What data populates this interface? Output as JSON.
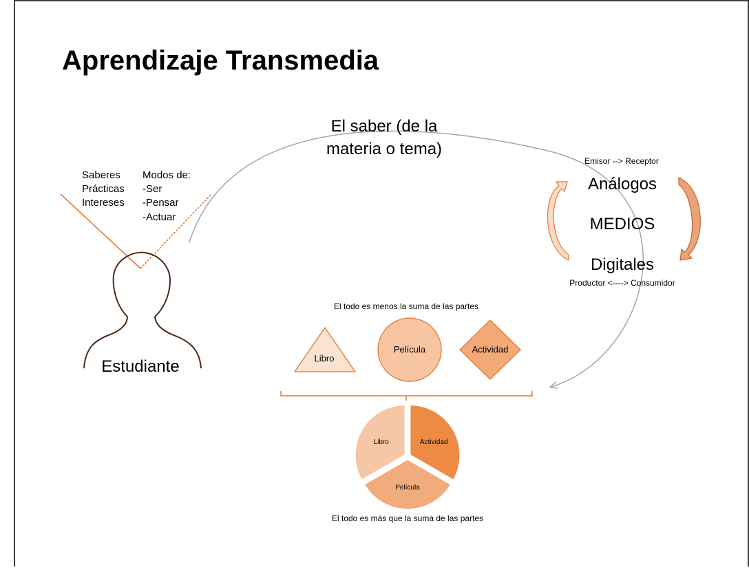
{
  "slide": {
    "title": "Aprendizaje Transmedia",
    "center_label_line1": "El saber (de la",
    "center_label_line2": "materia o tema)"
  },
  "student": {
    "label": "Estudiante",
    "left_col": [
      "Saberes",
      "Prácticas",
      "Intereses"
    ],
    "right_col": [
      "Modos de:",
      "-Ser",
      "-Pensar",
      "-Actuar"
    ]
  },
  "media": {
    "top_caption": "Emisor --> Receptor",
    "analog": "Análogos",
    "center": "MEDIOS",
    "digital": "Digitales",
    "bottom_caption": "Productor <----> Consumidor"
  },
  "parts": {
    "caption_top": "El todo es menos la suma de las partes",
    "shapes": [
      "Libro",
      "Película",
      "Actividad"
    ],
    "caption_bottom": "El todo es más que la suma de las partes"
  },
  "pie": {
    "segments": [
      {
        "label": "Actividad",
        "value": 1,
        "color": "#ed8b45"
      },
      {
        "label": "Película",
        "value": 1,
        "color": "#f1ab7c"
      },
      {
        "label": "Libro",
        "value": 1,
        "color": "#f6c7a6"
      }
    ]
  },
  "colors": {
    "accent": "#e8772e",
    "arrow_gray": "#a6a6a6",
    "head_brown": "#4a2a17",
    "triangle_fill": "#fbe3d1",
    "circle_fill": "#f8c5a3",
    "diamond_fill": "#f2a877"
  }
}
